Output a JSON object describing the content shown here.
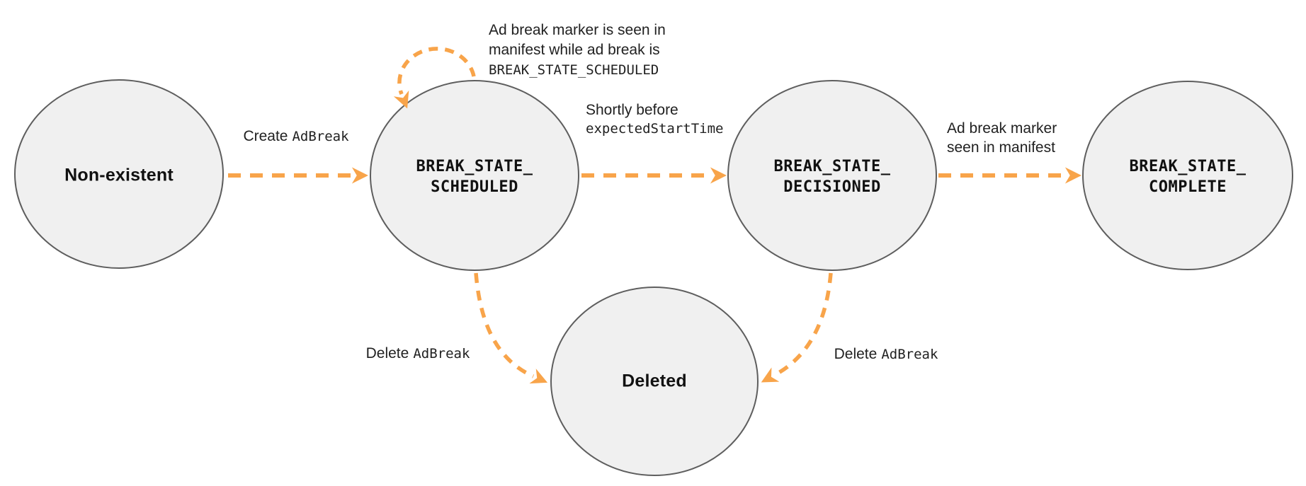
{
  "colors": {
    "arrow_orange": "#F8A44A",
    "node_fill": "#F0F0F0",
    "node_border": "#5E5E5E",
    "label_text": "#212121"
  },
  "states": [
    {
      "id": "non-existent",
      "lines": [
        "Non-existent"
      ]
    },
    {
      "id": "break-state-scheduled",
      "lines": [
        "BREAK_STATE_",
        "SCHEDULED"
      ]
    },
    {
      "id": "break-state-decisioned",
      "lines": [
        "BREAK_STATE_",
        "DECISIONED"
      ]
    },
    {
      "id": "break-state-complete",
      "lines": [
        "BREAK_STATE_",
        "COMPLETE"
      ]
    },
    {
      "id": "deleted",
      "lines": [
        "Deleted"
      ]
    }
  ],
  "transitions": {
    "create": {
      "text": "Create",
      "code": "AdBreak"
    },
    "self_loop": {
      "line1": "Ad break marker is seen in",
      "line2": "manifest while ad break is",
      "line3_code": "BREAK_STATE_SCHEDULED"
    },
    "to_decisioned": {
      "line1": "Shortly before",
      "line2_code": "expectedStartTime"
    },
    "to_complete": {
      "line1": "Ad break marker",
      "line2": "seen in manifest"
    },
    "delete_from_scheduled": {
      "text": "Delete",
      "code": "AdBreak"
    },
    "delete_from_decisioned": {
      "text": "Delete",
      "code": "AdBreak"
    }
  }
}
